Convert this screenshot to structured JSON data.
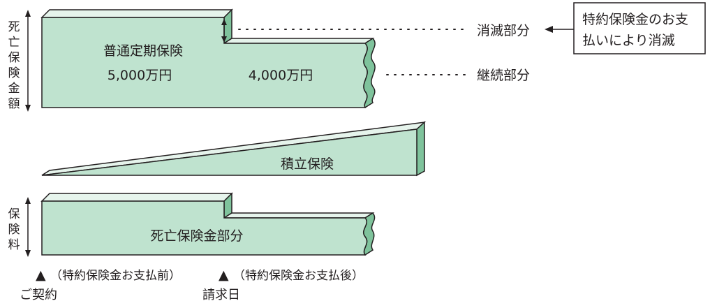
{
  "colors": {
    "front_face": "#bfe3cf",
    "top_face": "#e6f4ec",
    "side_face": "#7fc39c",
    "ink": "#231f20"
  },
  "death_benefit_axis_label": [
    "死",
    "亡",
    "保",
    "険",
    "金",
    "額"
  ],
  "premium_axis_label": [
    "保",
    "険",
    "料"
  ],
  "main_block": {
    "title": "普通定期保険",
    "amount_before": "5,000万円",
    "amount_after": "4,000万円"
  },
  "annotations": {
    "extinguished_part": "消滅部分",
    "continuing_part": "継続部分",
    "note_line1": "特約保険金のお支",
    "note_line2": "払いにより消滅"
  },
  "savings_block": {
    "label": "積立保険"
  },
  "premium_block": {
    "label": "死亡保険金部分"
  },
  "timeline": {
    "marker_symbol": "▲",
    "contract_note": "（特約保険金お支払前）",
    "contract_label": "ご契約",
    "claim_note": "（特約保険金お支払後）",
    "claim_label": "請求日"
  }
}
